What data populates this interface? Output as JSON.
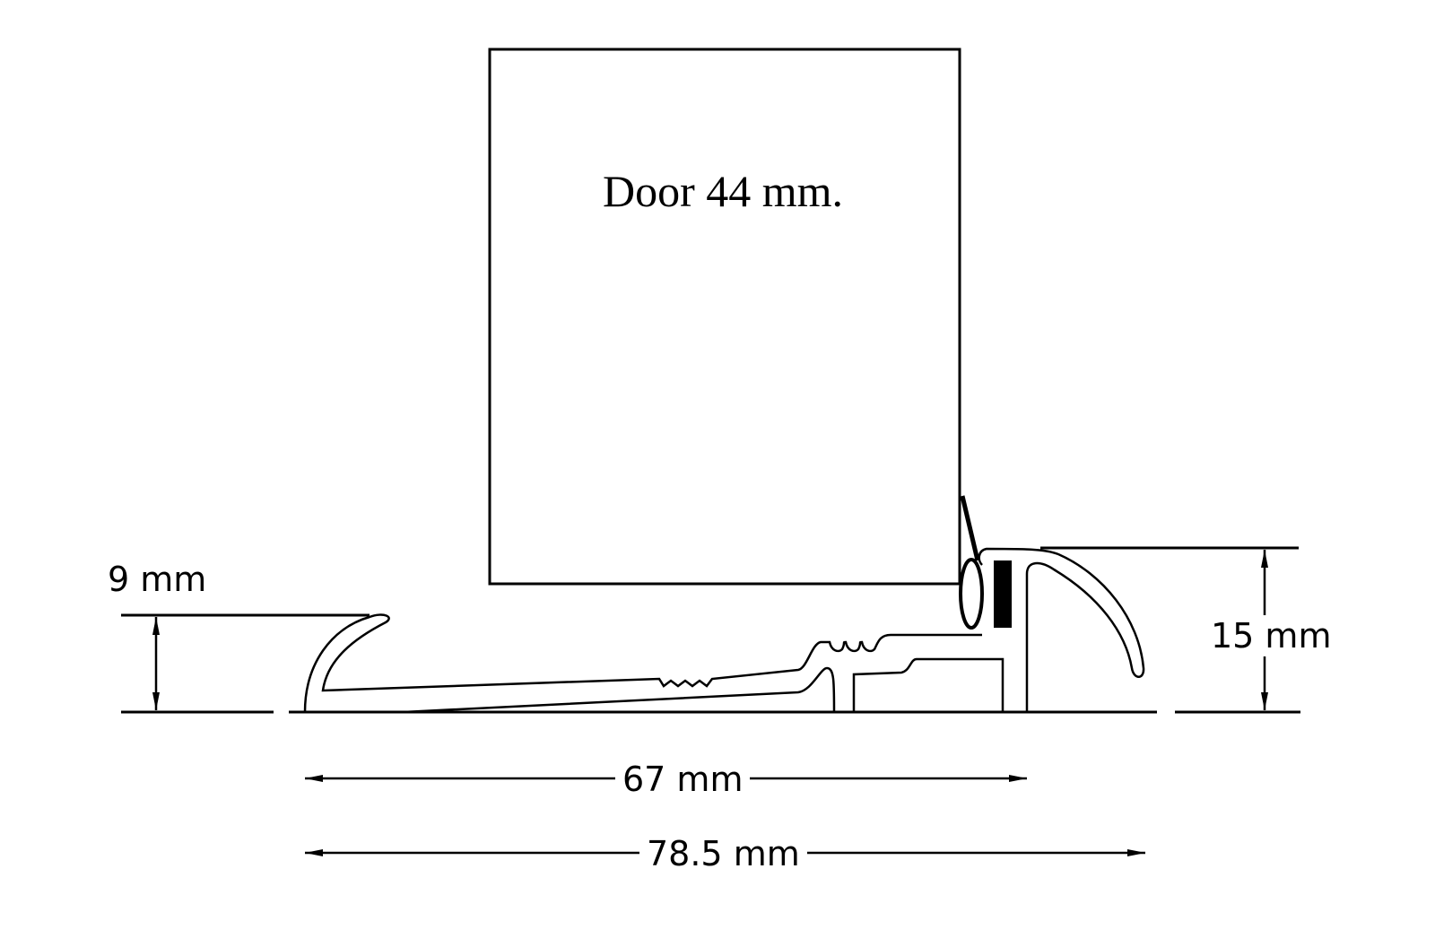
{
  "door": {
    "label": "Door 44 mm."
  },
  "dimensions": {
    "left_height": "9 mm",
    "right_height": "15 mm",
    "inner_width": "67 mm",
    "overall_width": "78.5 mm"
  },
  "colors": {
    "line": "#000000",
    "background": "#ffffff"
  }
}
